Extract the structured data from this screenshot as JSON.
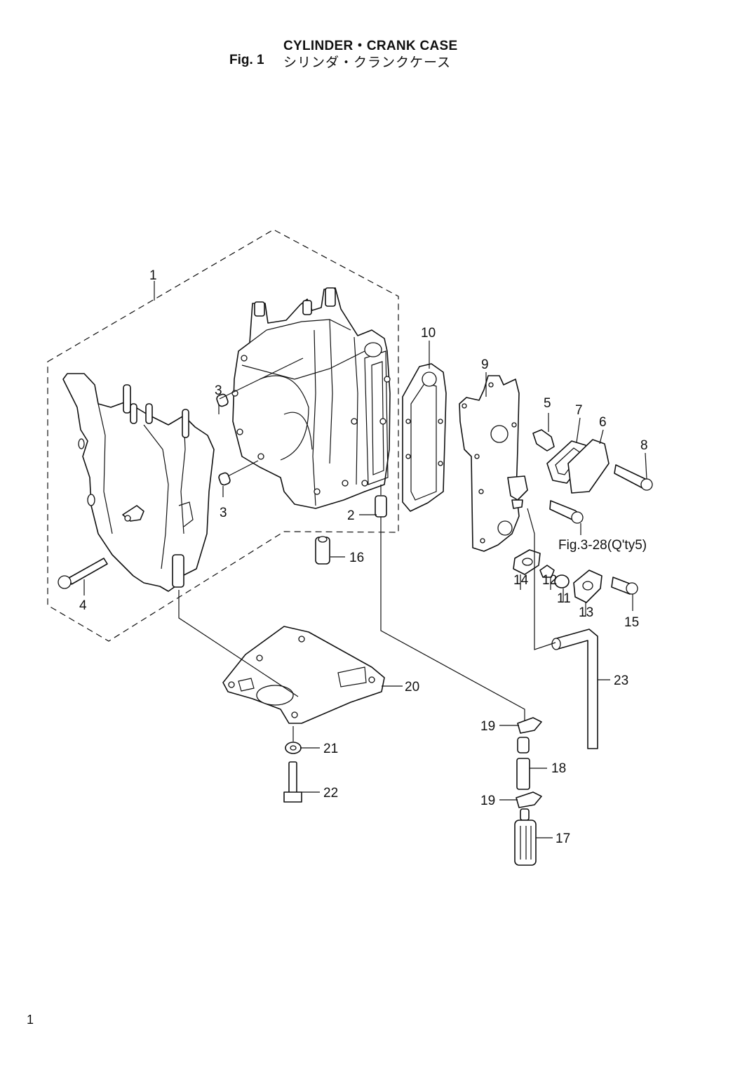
{
  "header": {
    "title_en": "CYLINDER・CRANK CASE",
    "fig_label": "Fig. 1",
    "title_jp": "シリンダ・クランクケース"
  },
  "callouts": {
    "c1": "1",
    "c2": "2",
    "c3a": "3",
    "c3b": "3",
    "c4": "4",
    "c5": "5",
    "c6": "6",
    "c7": "7",
    "c8": "8",
    "c9": "9",
    "c10": "10",
    "c11": "11",
    "c12": "12",
    "c13": "13",
    "c14": "14",
    "c15": "15",
    "c16": "16",
    "c17": "17",
    "c18": "18",
    "c19a": "19",
    "c19b": "19",
    "c20": "20",
    "c21": "21",
    "c22": "22",
    "c23": "23"
  },
  "reference": "Fig.3-28(Q'ty5)",
  "footer": {
    "page_number": "1"
  }
}
